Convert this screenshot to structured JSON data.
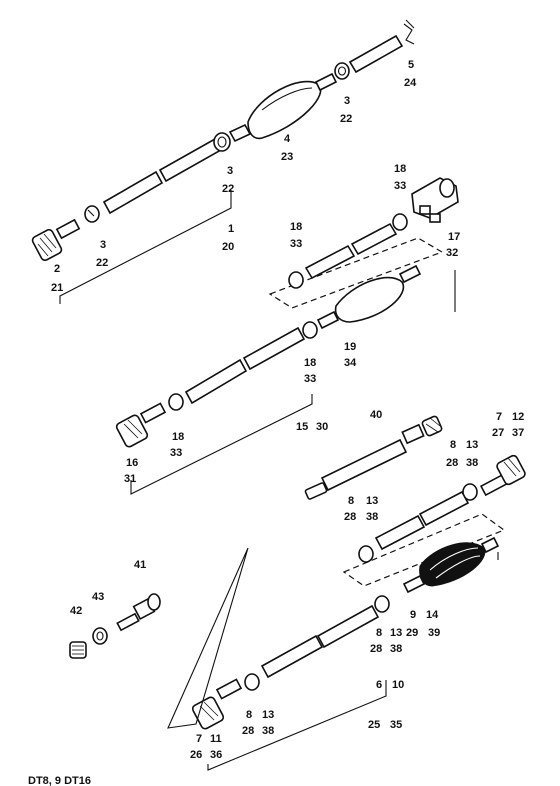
{
  "labels": {
    "l1": "1",
    "l2": "2",
    "l3a": "3",
    "l3b": "3",
    "l3c": "3",
    "l4": "4",
    "l5": "5",
    "l6": "6",
    "l7a": "7",
    "l7b": "7",
    "l8a": "8",
    "l8b": "8",
    "l8c": "8",
    "l8d": "8",
    "l9": "9",
    "l10": "10",
    "l11": "11",
    "l12": "12",
    "l13a": "13",
    "l13b": "13",
    "l13c": "13",
    "l13d": "13",
    "l14": "14",
    "l15": "15",
    "l16": "16",
    "l17": "17",
    "l18a": "18",
    "l18b": "18",
    "l18c": "18",
    "l18d": "18",
    "l19": "19",
    "l20": "20",
    "l21": "21",
    "l22a": "22",
    "l22b": "22",
    "l22c": "22",
    "l23": "23",
    "l24": "24",
    "l25": "25",
    "l26": "26",
    "l27": "27",
    "l28a": "28",
    "l28b": "28",
    "l28c": "28",
    "l28d": "28",
    "l29": "29",
    "l30": "30",
    "l31": "31",
    "l32": "32",
    "l33a": "33",
    "l33b": "33",
    "l33c": "33",
    "l33d": "33",
    "l34": "34",
    "l35": "35",
    "l36": "36",
    "l37": "37",
    "l38a": "38",
    "l38b": "38",
    "l38c": "38",
    "l38d": "38",
    "l39": "39",
    "l40": "40",
    "l41": "41",
    "l42": "42",
    "l43": "43"
  },
  "footer": {
    "model_text": "DT8, 9   DT16"
  }
}
